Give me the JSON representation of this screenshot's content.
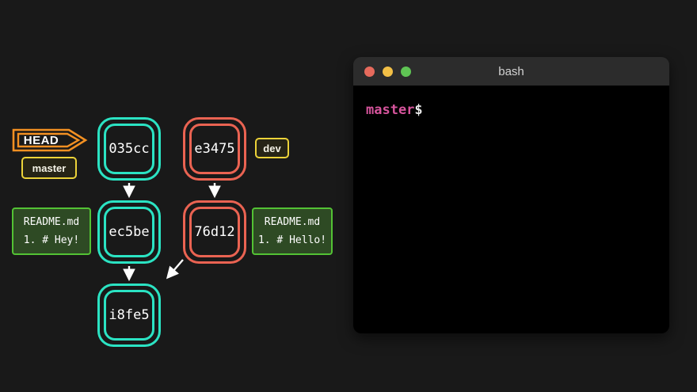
{
  "colors": {
    "background": "#191919",
    "teal": "#2be3c3",
    "red": "#ea6352",
    "orange": "#f29022",
    "yellow": "#ecd339",
    "green_border": "#53c234",
    "green_background": "#2e4a24",
    "pink_prompt": "#d6549c"
  },
  "diagram": {
    "head_label": "HEAD",
    "branches": {
      "master": "master",
      "dev": "dev"
    },
    "commits": [
      {
        "id": "035cc"
      },
      {
        "id": "e3475"
      },
      {
        "id": "ec5be"
      },
      {
        "id": "76d12"
      },
      {
        "id": "i8fe5"
      }
    ],
    "files": [
      {
        "name": "README.md",
        "line": "1. # Hey!"
      },
      {
        "name": "README.md",
        "line": "1. # Hello!"
      }
    ]
  },
  "terminal": {
    "title": "bash",
    "prompt_branch": "master",
    "prompt_symbol": "$"
  }
}
